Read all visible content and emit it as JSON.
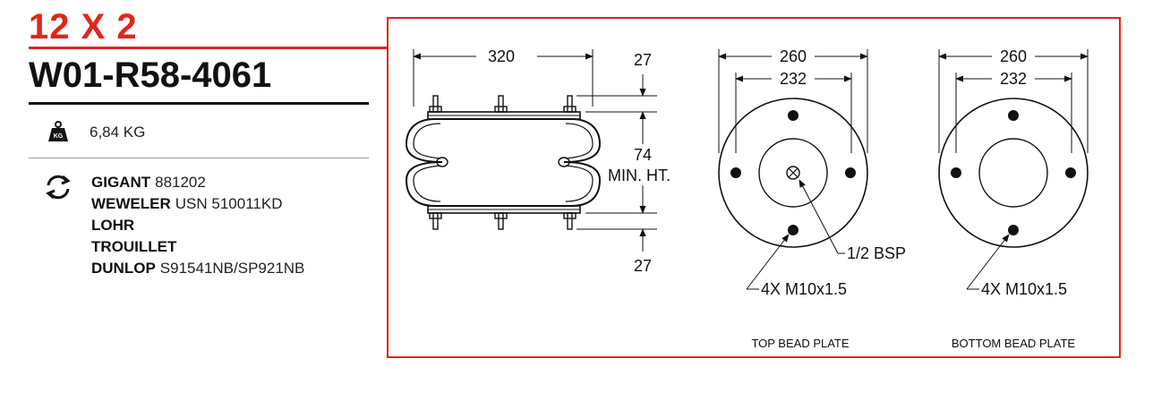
{
  "header": {
    "size": "12 X 2",
    "part_number": "W01-R58-4061"
  },
  "weight": {
    "icon": "kg-weight-icon",
    "badge": "KG",
    "value": "6,84 KG"
  },
  "references": {
    "icon": "sync-arrows-icon",
    "items": [
      {
        "brand": "GIGANT",
        "code": "881202"
      },
      {
        "brand": "WEWELER",
        "code": "USN 510011KD"
      },
      {
        "brand": "LOHR",
        "code": ""
      },
      {
        "brand": "TROUILLET",
        "code": ""
      },
      {
        "brand": "DUNLOP",
        "code": "S91541NB/SP921NB"
      }
    ]
  },
  "drawing": {
    "width_label": "320",
    "top_plate_label": "27",
    "height_label": "74",
    "min_ht_label": "MIN. HT.",
    "bottom_plate_label": "27",
    "top_outer_dia": "260",
    "top_bolt_circle": "232",
    "top_port": "1/2 BSP",
    "top_bolts": "4X M10x1.5",
    "top_caption": "TOP BEAD PLATE",
    "bottom_outer_dia": "260",
    "bottom_bolt_circle": "232",
    "bottom_bolts": "4X M10x1.5",
    "bottom_caption": "BOTTOM BEAD PLATE",
    "accent_color": "#e0261b"
  }
}
